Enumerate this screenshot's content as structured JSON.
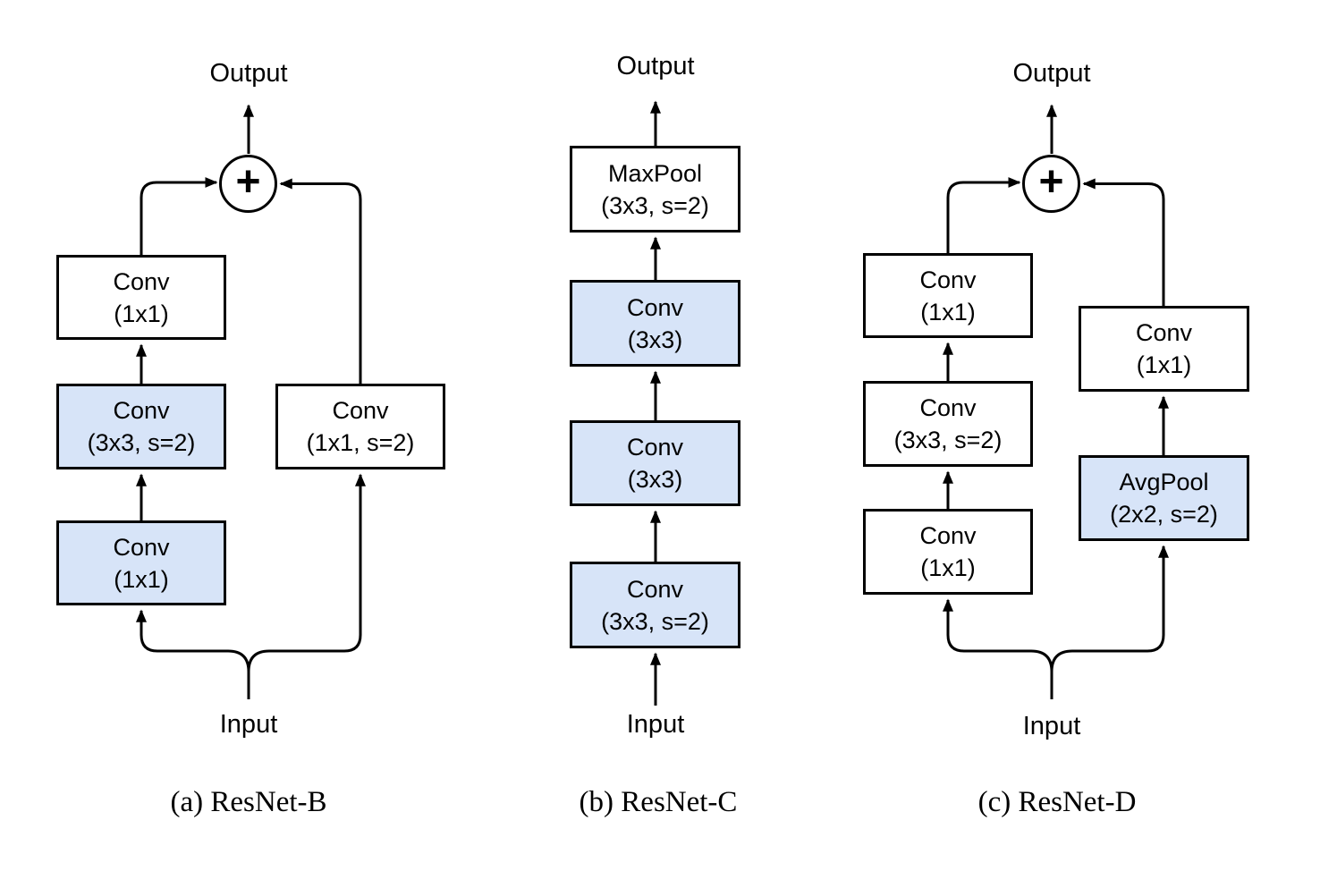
{
  "figure": {
    "plus_label": "+",
    "colors": {
      "highlight_fill": "#d7e4f8",
      "plain_fill": "#ffffff",
      "stroke": "#000000",
      "text": "#000000"
    },
    "panels": [
      {
        "caption": "(a) ResNet-B",
        "output_label": "Output",
        "input_label": "Input",
        "boxes": [
          {
            "name": "Conv",
            "params": "(1x1)",
            "highlighted": false
          },
          {
            "name": "Conv",
            "params": "(3x3, s=2)",
            "highlighted": true
          },
          {
            "name": "Conv",
            "params": "(1x1)",
            "highlighted": true
          },
          {
            "name": "Conv",
            "params": "(1x1, s=2)",
            "highlighted": false
          }
        ]
      },
      {
        "caption": "(b) ResNet-C",
        "output_label": "Output",
        "input_label": "Input",
        "boxes": [
          {
            "name": "MaxPool",
            "params": "(3x3, s=2)",
            "highlighted": false
          },
          {
            "name": "Conv",
            "params": "(3x3)",
            "highlighted": true
          },
          {
            "name": "Conv",
            "params": "(3x3)",
            "highlighted": true
          },
          {
            "name": "Conv",
            "params": "(3x3, s=2)",
            "highlighted": true
          }
        ]
      },
      {
        "caption": "(c) ResNet-D",
        "output_label": "Output",
        "input_label": "Input",
        "boxes": [
          {
            "name": "Conv",
            "params": "(1x1)",
            "highlighted": false
          },
          {
            "name": "Conv",
            "params": "(3x3, s=2)",
            "highlighted": false
          },
          {
            "name": "Conv",
            "params": "(1x1)",
            "highlighted": false
          },
          {
            "name": "Conv",
            "params": "(1x1)",
            "highlighted": false
          },
          {
            "name": "AvgPool",
            "params": "(2x2, s=2)",
            "highlighted": true
          }
        ]
      }
    ]
  }
}
